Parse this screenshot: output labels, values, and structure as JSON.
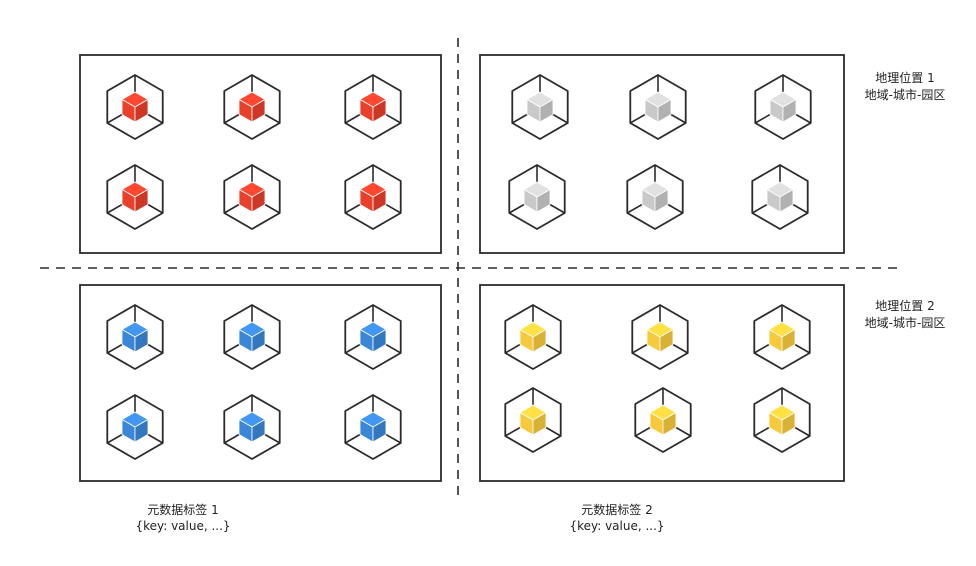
{
  "colors": {
    "outline": "#2b2b2b",
    "red": "#e8402a",
    "gray": "#c9c9c9",
    "blue": "#3a87d8",
    "yellow": "#f7c93c"
  },
  "regions": [
    {
      "line1": "地理位置 1",
      "line2": "地域-城市-园区"
    },
    {
      "line1": "地理位置 2",
      "line2": "地域-城市-园区"
    }
  ],
  "metadata_labels": [
    {
      "title": "元数据标签 1",
      "value": "{key: value, ...}"
    },
    {
      "title": "元数据标签 2",
      "value": "{key: value, ...}"
    }
  ],
  "groups": [
    {
      "name": "node-group-top-left",
      "color": "red",
      "node_count": 6,
      "icon": "cube-node-icon"
    },
    {
      "name": "node-group-top-right",
      "color": "gray",
      "node_count": 6,
      "icon": "cube-node-icon"
    },
    {
      "name": "node-group-bottom-left",
      "color": "blue",
      "node_count": 6,
      "icon": "cube-node-icon"
    },
    {
      "name": "node-group-bottom-right",
      "color": "yellow",
      "node_count": 6,
      "icon": "cube-node-icon"
    }
  ]
}
